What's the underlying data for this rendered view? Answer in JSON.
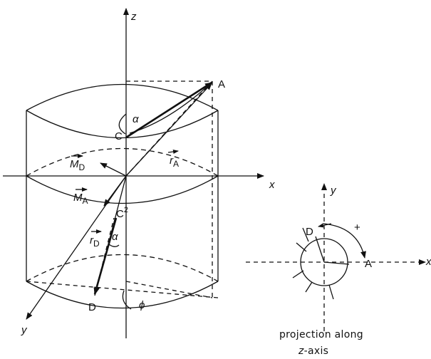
{
  "figure": {
    "labels": {
      "axis_z": "z",
      "axis_x": "x",
      "axis_y": "y",
      "point_a": "A",
      "point_c": "C",
      "point_c2": "C",
      "point_c2_sup": "2",
      "point_d": "D",
      "angle_alpha_top": "α",
      "angle_alpha_bottom": "α",
      "angle_phi": "ϕ",
      "vec_r_a": "r",
      "vec_r_a_sub": "A",
      "vec_r_d": "r",
      "vec_r_d_sub": "D",
      "vec_m_d": "M",
      "vec_m_d_sub": "D",
      "vec_m_a": "M",
      "vec_m_a_sub": "A"
    },
    "inset": {
      "axis_y": "y",
      "axis_x": "x",
      "point_d": "D",
      "point_a": "A",
      "rotation_sign": "+",
      "caption_line1": "projection along",
      "caption_axis": "z",
      "caption_line2_rest": "-axis"
    }
  }
}
